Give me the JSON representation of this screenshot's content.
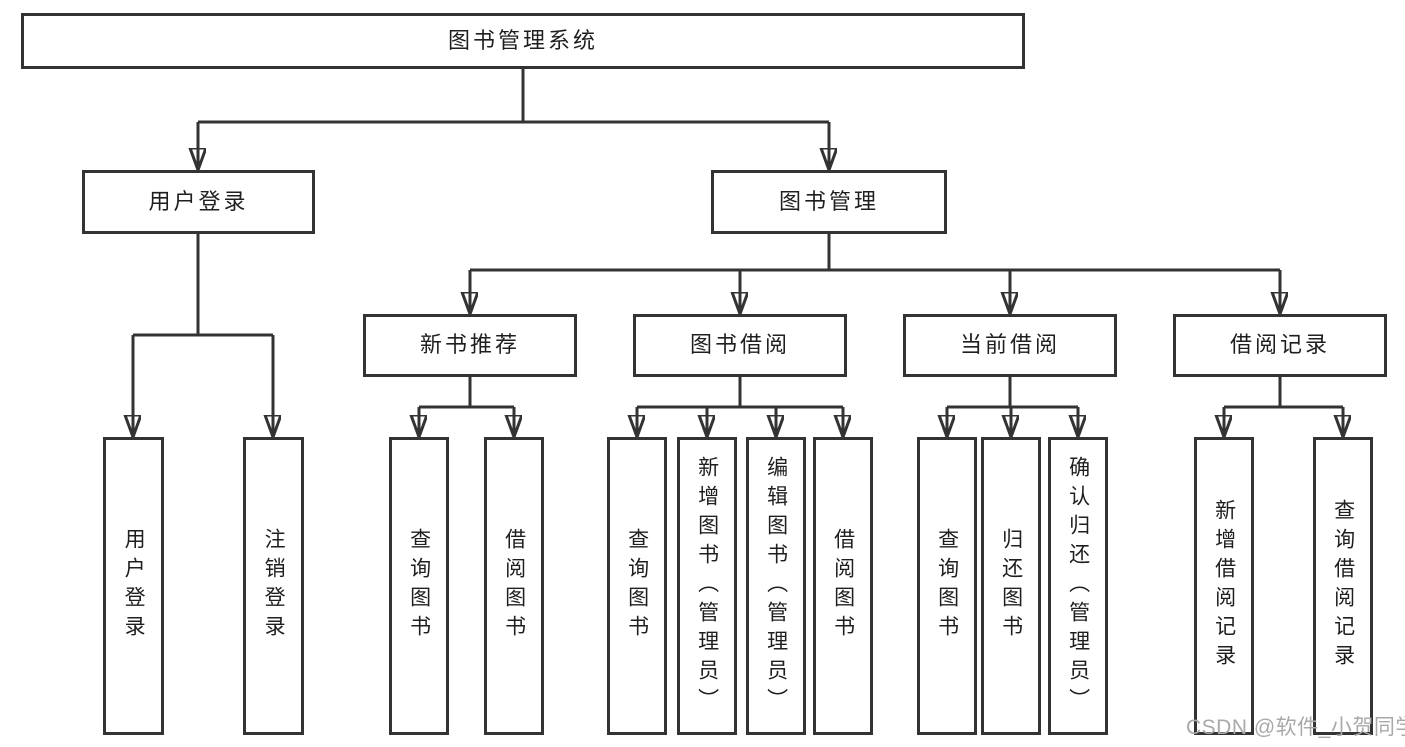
{
  "diagram": {
    "root": "图书管理系统",
    "branches": [
      {
        "label": "用户登录",
        "children": [
          "用户登录",
          "注销登录"
        ]
      },
      {
        "label": "图书管理",
        "sections": [
          {
            "label": "新书推荐",
            "children": [
              "查询图书",
              "借阅图书"
            ]
          },
          {
            "label": "图书借阅",
            "children": [
              "查询图书",
              "新增图书（管理员）",
              "编辑图书（管理员）",
              "借阅图书"
            ]
          },
          {
            "label": "当前借阅",
            "children": [
              "查询图书",
              "归还图书",
              "确认归还（管理员）"
            ]
          },
          {
            "label": "借阅记录",
            "children": [
              "新增借阅记录",
              "查询借阅记录"
            ]
          }
        ]
      }
    ]
  },
  "watermark": "CSDN @软件_小贺同学",
  "colors": {
    "line": "#333333",
    "box_border": "#333333",
    "box_fill": "#ffffff",
    "text": "#1f1f1f",
    "watermark": "#a9a9a9"
  }
}
